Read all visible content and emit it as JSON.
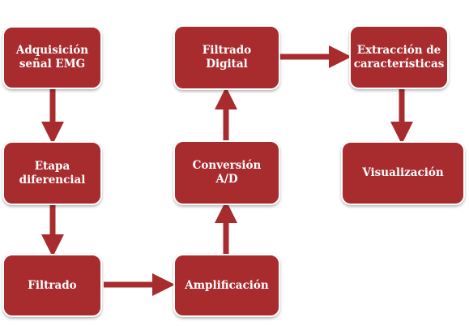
{
  "colors": {
    "box_fill": "#a82c2e",
    "arrow": "#a82c2e",
    "text": "#ffffff",
    "background": "#ffffff"
  },
  "nodes": {
    "adquisicion": "Adquisición señal EMG",
    "etapa": "Etapa diferencial",
    "filtrado": "Filtrado",
    "amplificacion": "Amplificación",
    "conversion": "Conversión A/D",
    "filtrado_digital": "Filtrado Digital",
    "extraccion": "Extracción de características",
    "visualizacion": "Visualización"
  }
}
